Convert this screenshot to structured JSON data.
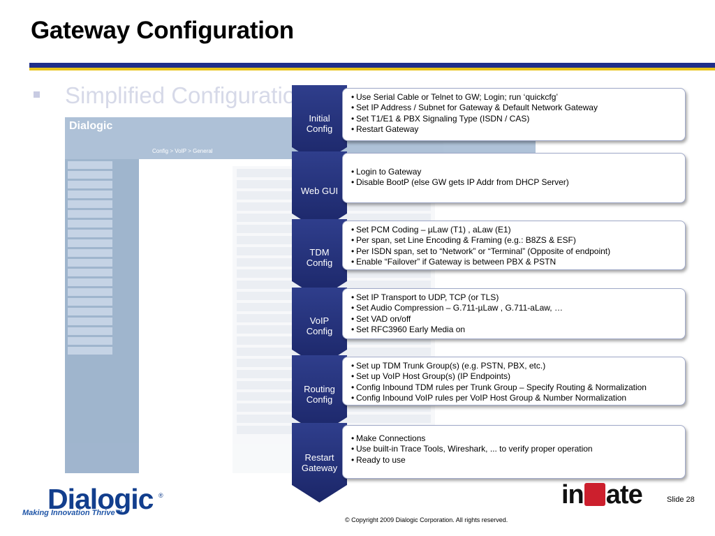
{
  "title": "Gateway Configuration",
  "faded_bullet": "Simplified Configuration M",
  "background_screenshot": {
    "logo": "Dialogic",
    "breadcrumb": "Config > VoIP > General"
  },
  "steps": [
    {
      "label_lines": [
        "Initial",
        "Config"
      ],
      "items": [
        "Use Serial Cable or Telnet to GW;  Login; run ‘quickcfg’",
        "Set IP Address / Subnet for Gateway & Default Network Gateway",
        "Set  T1/E1  & PBX Signaling Type (ISDN / CAS)",
        "Restart Gateway"
      ]
    },
    {
      "label_lines": [
        "Web GUI",
        ""
      ],
      "items": [
        "Login to Gateway",
        "Disable BootP (else GW gets IP Addr from DHCP Server)"
      ]
    },
    {
      "label_lines": [
        "TDM",
        "Config"
      ],
      "items": [
        "Set PCM Coding – µLaw (T1) , aLaw (E1)",
        "Per span, set Line  Encoding & Framing (e.g.: B8ZS & ESF)",
        "Per ISDN span, set to “Network” or “Terminal” (Opposite of endpoint)",
        "Enable “Failover” if Gateway is between PBX & PSTN"
      ]
    },
    {
      "label_lines": [
        "VoIP",
        "Config"
      ],
      "items": [
        "Set IP Transport to UDP, TCP (or TLS)",
        "Set Audio Compression – G.711-µLaw , G.711-aLaw, …",
        "Set VAD on/off",
        "Set RFC3960 Early Media on"
      ]
    },
    {
      "label_lines": [
        "Routing",
        "Config"
      ],
      "items": [
        "Set up TDM Trunk Group(s) (e.g. PSTN, PBX, etc.)",
        "Set up VoIP Host Group(s) (IP Endpoints)",
        "Config Inbound TDM rules per Trunk Group – Specify Routing & Normalization",
        "Config Inbound VoIP rules per VoIP Host Group & Number Normalization"
      ]
    },
    {
      "label_lines": [
        "Restart",
        "Gateway"
      ],
      "items": [
        "Make Connections",
        "Use built-in Trace Tools, Wireshark, ... to verify proper operation",
        "Ready to use"
      ]
    }
  ],
  "footer": {
    "dialogic_logo": "Dialogic",
    "dialogic_reg": "®",
    "tagline": "Making Innovation Thrive™",
    "ingate_logo_left": "in",
    "ingate_logo_right": "ate",
    "slide_number": "Slide 28",
    "copyright": "© Copyright 2009 Dialogic Corporation.  All rights reserved."
  },
  "colors": {
    "navy": "#1f2f8a",
    "yellow": "#e8c31a",
    "chevron": "#2f3e8c",
    "dialogic_blue": "#123e8d",
    "ingate_red": "#cc1f2d"
  }
}
